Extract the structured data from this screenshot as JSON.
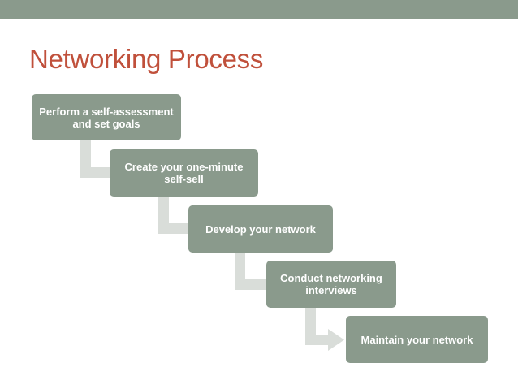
{
  "slide": {
    "title": "Networking Process",
    "accent_color": "#c0503b",
    "box_color": "#8a9a8c",
    "connector_color": "#d9ddd9"
  },
  "steps": [
    {
      "label": "Perform a self-assessment and set goals"
    },
    {
      "label": "Create your one-minute self-sell"
    },
    {
      "label": "Develop your network"
    },
    {
      "label": "Conduct networking interviews"
    },
    {
      "label": "Maintain your network"
    }
  ]
}
